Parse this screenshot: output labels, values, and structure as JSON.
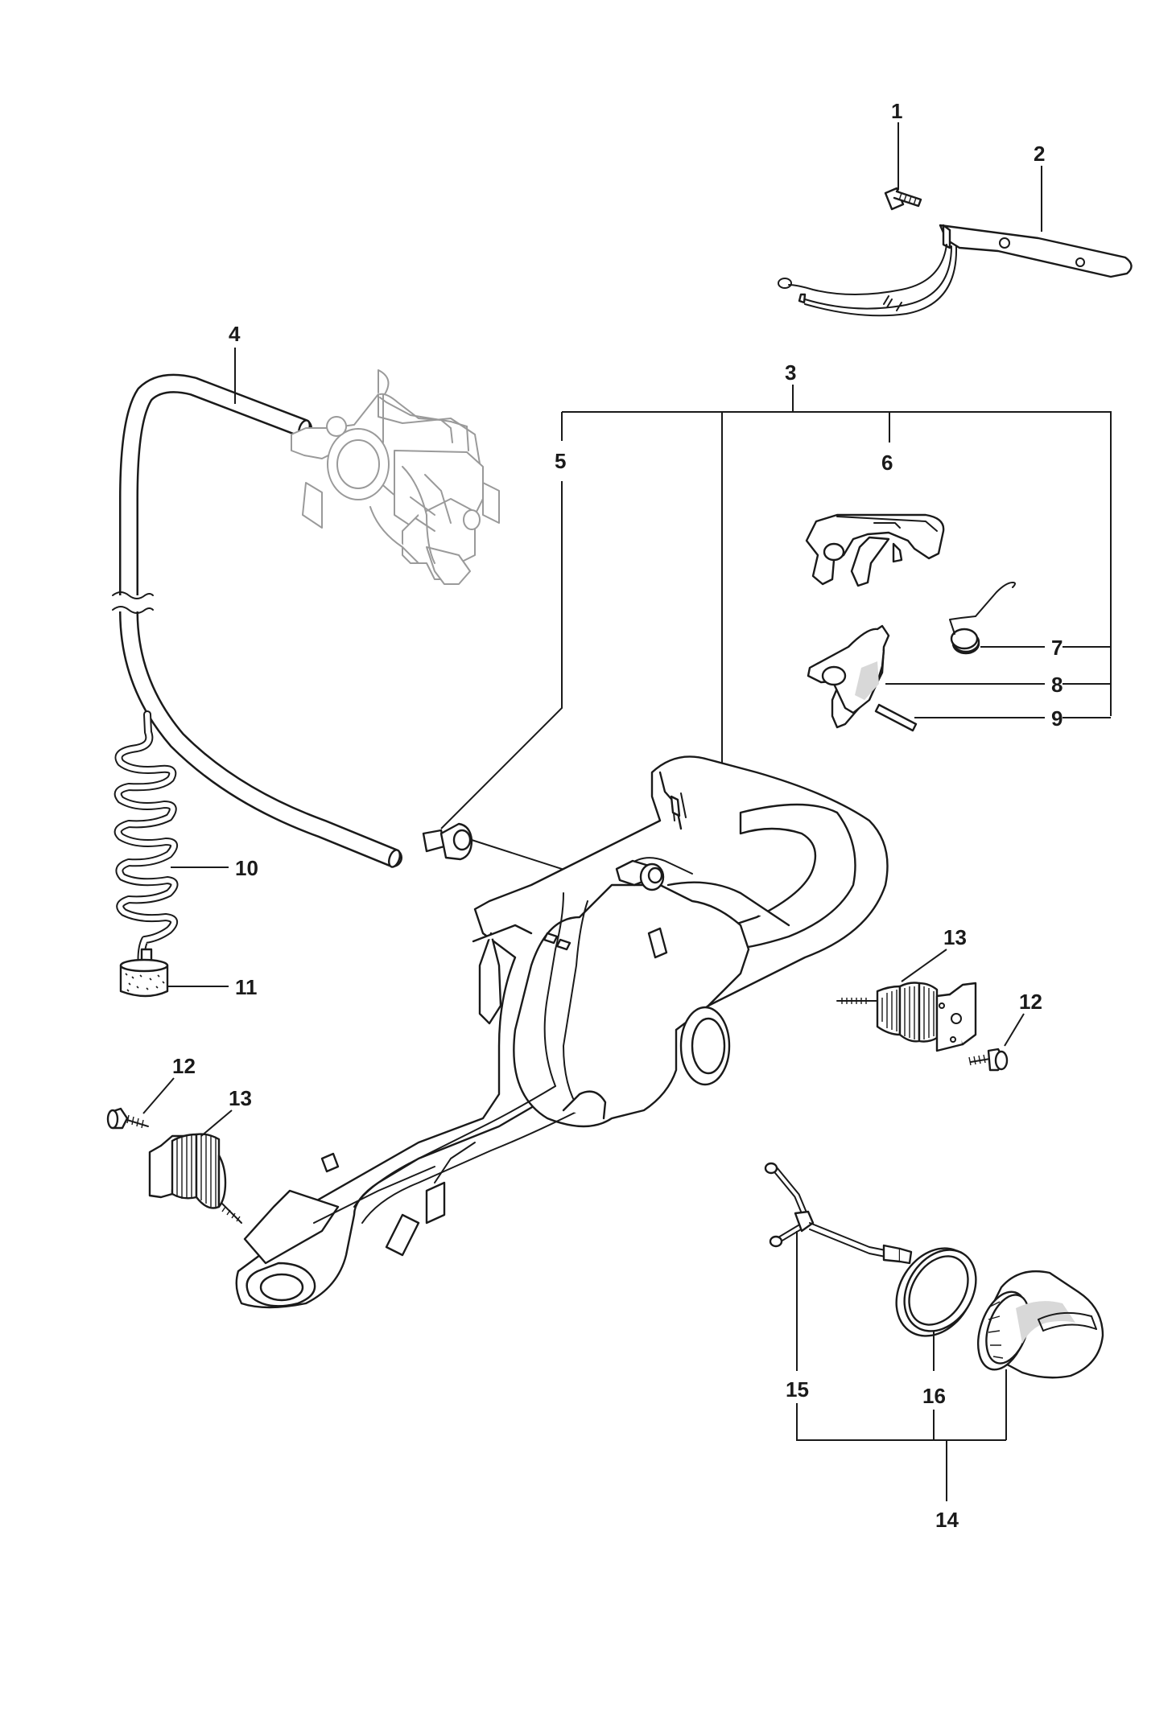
{
  "callouts": [
    {
      "id": "c1",
      "label": "1"
    },
    {
      "id": "c2",
      "label": "2"
    },
    {
      "id": "c3",
      "label": "3"
    },
    {
      "id": "c4",
      "label": "4"
    },
    {
      "id": "c5",
      "label": "5"
    },
    {
      "id": "c6",
      "label": "6"
    },
    {
      "id": "c7",
      "label": "7"
    },
    {
      "id": "c8",
      "label": "8"
    },
    {
      "id": "c9",
      "label": "9"
    },
    {
      "id": "c10",
      "label": "10"
    },
    {
      "id": "c11",
      "label": "11"
    },
    {
      "id": "c12a",
      "label": "12"
    },
    {
      "id": "c12b",
      "label": "12"
    },
    {
      "id": "c13a",
      "label": "13"
    },
    {
      "id": "c13b",
      "label": "13"
    },
    {
      "id": "c14",
      "label": "14"
    },
    {
      "id": "c15",
      "label": "15"
    },
    {
      "id": "c16",
      "label": "16"
    }
  ],
  "colors": {
    "line": "#1a1a1a",
    "ghost": "#9a9a9a",
    "background": "#ffffff"
  }
}
